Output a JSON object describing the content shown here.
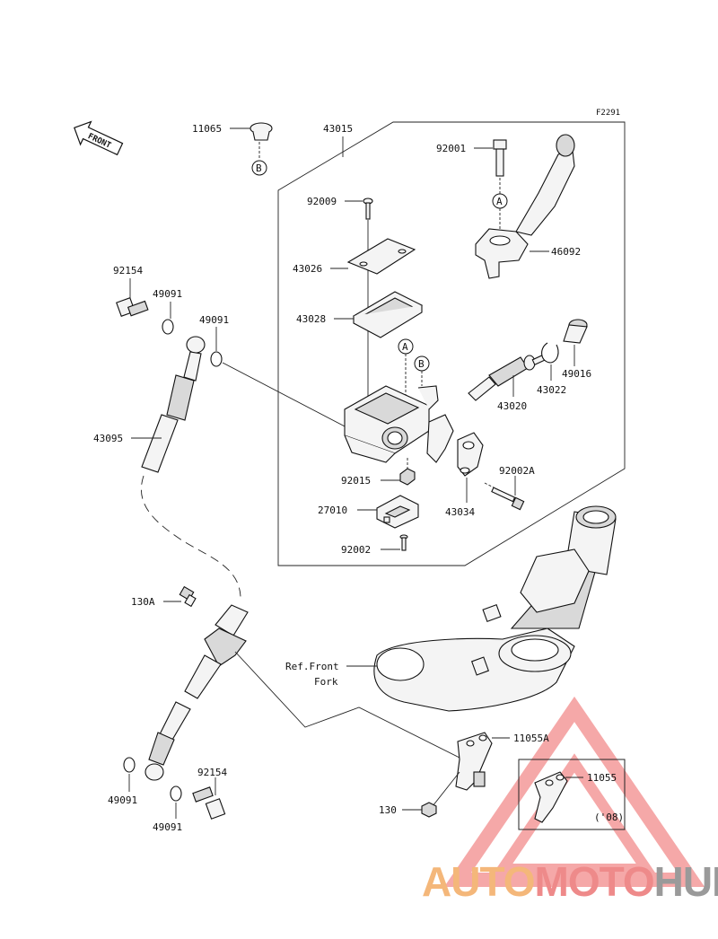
{
  "figure_code": "F2291",
  "direction_label": "FRONT",
  "reference_label_line1": "Ref.Front",
  "reference_label_line2": "Fork",
  "callouts": {
    "a": "A",
    "b": "B"
  },
  "parts": {
    "p11065": "11065",
    "p43015": "43015",
    "p92001": "92001",
    "p92009": "92009",
    "p43026": "43026",
    "p43028": "43028",
    "p46092": "46092",
    "p92154_top": "92154",
    "p49091_a": "49091",
    "p49091_b": "49091",
    "p49016": "49016",
    "p43022": "43022",
    "p43020": "43020",
    "p43095": "43095",
    "p92015": "92015",
    "p92002A": "92002A",
    "p27010": "27010",
    "p43034": "43034",
    "p92002": "92002",
    "p130A": "130A",
    "p11055A": "11055A",
    "p11055": "11055",
    "p11055_note": "('08)",
    "p49091_c": "49091",
    "p92154_bottom": "92154",
    "p49091_d": "49091",
    "p130": "130"
  },
  "watermark": {
    "part1": "AUTO",
    "part2": "MOTO",
    "part3": "HUB",
    "color_auto": "#f4b77a",
    "color_moto": "#ee8a8a",
    "color_hub": "#9a9a9a",
    "triangle_color": "#f28c8c"
  }
}
